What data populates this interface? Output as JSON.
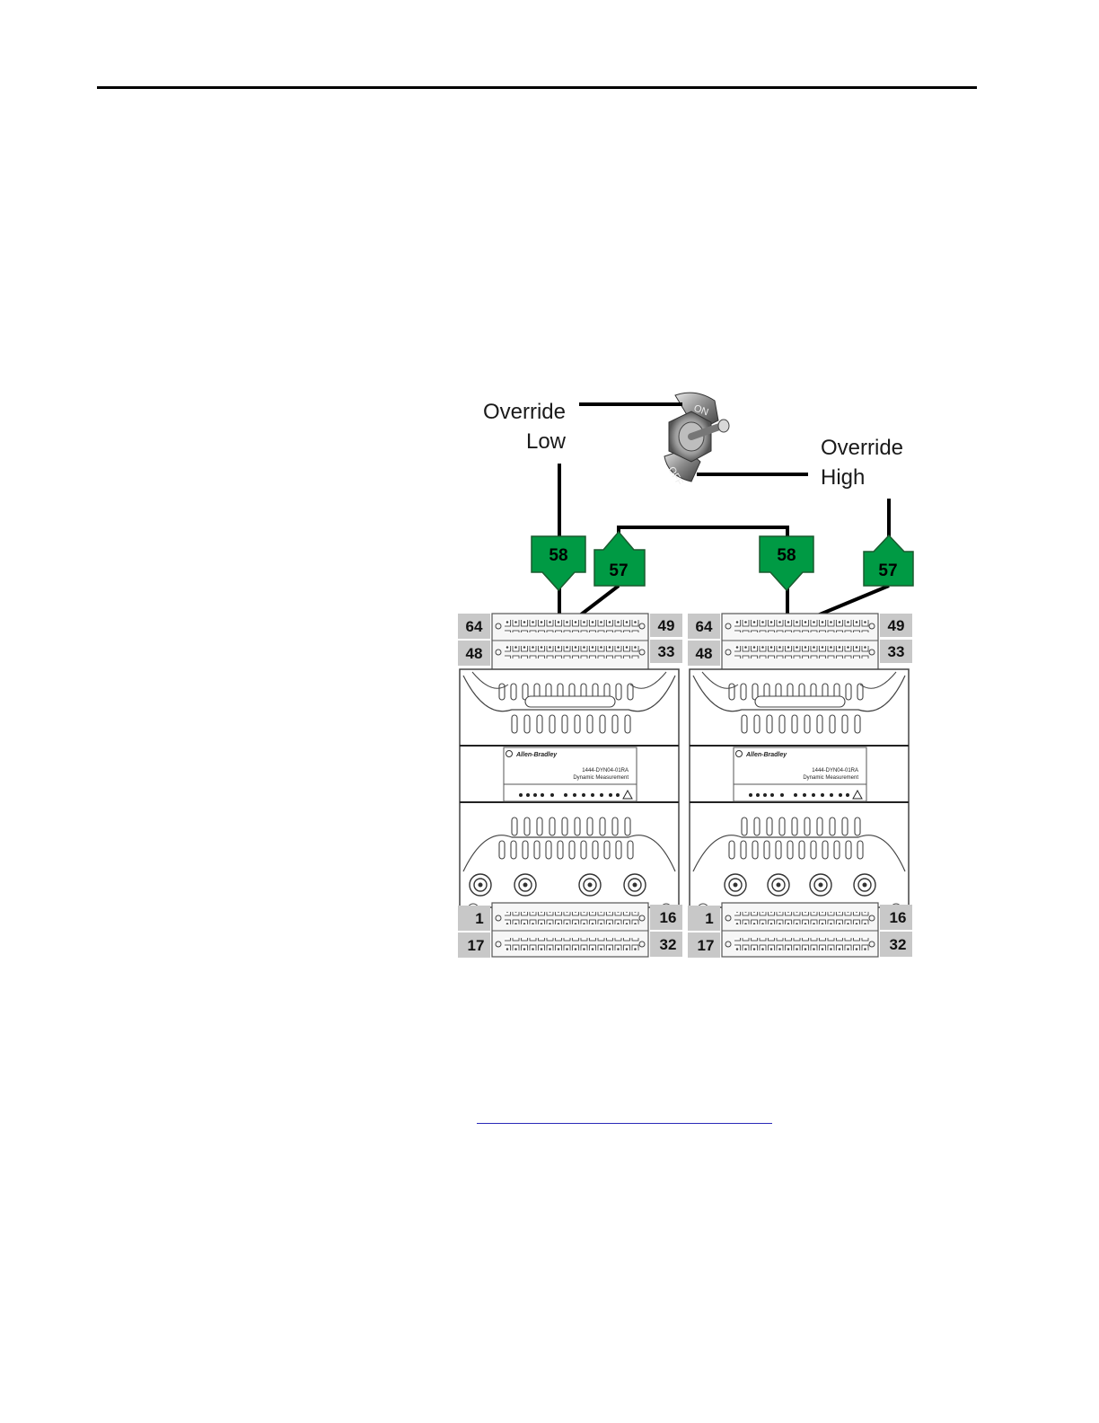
{
  "labels": {
    "override_low": [
      "Override",
      "Low"
    ],
    "override_high": [
      "Override",
      "High"
    ]
  },
  "switch": {
    "on": "ON",
    "off": "OFF"
  },
  "modules": [
    {
      "id": "left",
      "brand": "Allen-Bradley",
      "model": "1444-DYN04-01RA",
      "desc": "Dynamic Measurement",
      "terminals": {
        "top_left": "64",
        "top_right": "49",
        "row2_left": "48",
        "row2_right": "33",
        "bottom_left": "1",
        "bottom_right": "16",
        "row4_left": "17",
        "row4_right": "32"
      },
      "arrow_down": "58",
      "arrow_up": "57"
    },
    {
      "id": "right",
      "brand": "Allen-Bradley",
      "model": "1444-DYN04-01RA",
      "desc": "Dynamic Measurement",
      "terminals": {
        "top_left": "64",
        "top_right": "49",
        "row2_left": "48",
        "row2_right": "33",
        "bottom_left": "1",
        "bottom_right": "16",
        "row4_left": "17",
        "row4_right": "32"
      },
      "arrow_down": "58",
      "arrow_up": "57"
    }
  ],
  "colors": {
    "arrow_green": "#009a44",
    "label_gray": "#c8c8c8",
    "wire": "#000000"
  }
}
